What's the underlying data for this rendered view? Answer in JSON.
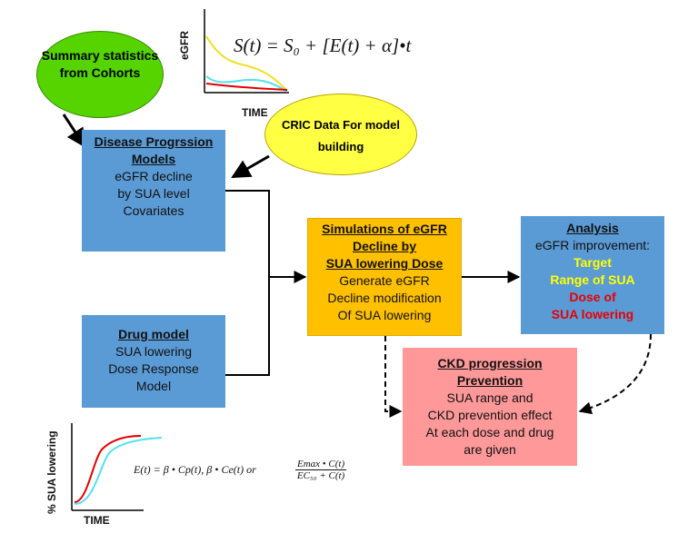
{
  "ellipses": {
    "summary": [
      "Summary",
      "statistics from",
      "Cohorts"
    ],
    "cric": [
      "CRIC Data",
      "For model building"
    ]
  },
  "equations": {
    "s_of_t": "S(t)  =  S₀ + [E(t) +  α]•t",
    "e_of_t": "E(t) = β • Cp(t),    β • Ce(t)    or",
    "frac_num": "Emax • C(t)",
    "frac_den": "EC₅₀ + C(t)"
  },
  "plots": {
    "top": {
      "ylabel": "eGFR",
      "xlabel": "TIME"
    },
    "bottom": {
      "ylabel": "% SUA lowering",
      "xlabel": "TIME"
    }
  },
  "boxes": {
    "disease": {
      "title": [
        "Disease Progrssion",
        "Models"
      ],
      "lines": [
        "eGFR decline",
        "by SUA level",
        "Covariates"
      ]
    },
    "drug": {
      "title": [
        "Drug model"
      ],
      "lines": [
        "SUA lowering",
        "Dose Response",
        "Model"
      ]
    },
    "sim": {
      "title": [
        "Simulations of eGFR",
        "Decline by",
        "SUA lowering Dose"
      ],
      "lines": [
        "Generate eGFR",
        "Decline modification",
        "Of SUA lowering"
      ]
    },
    "analysis": {
      "title": "Analysis",
      "line1": "eGFR improvement:",
      "yellow": [
        "Target",
        "Range of SUA"
      ],
      "red": [
        "Dose of",
        "SUA lowering"
      ]
    },
    "ckd": {
      "title": [
        "CKD progression",
        "Prevention"
      ],
      "lines": [
        "SUA range and",
        "CKD prevention effect",
        "At each dose and drug",
        "are given"
      ]
    }
  },
  "colors": {
    "box_blue": "#5b9bd5",
    "sim_orange": "#ffc000",
    "ckd_pink": "#ff9999",
    "ellipse_green": "#55d400",
    "ellipse_yellow": "#ffff44",
    "highlight_yellow": "#ffff00",
    "highlight_red": "#e80000"
  }
}
